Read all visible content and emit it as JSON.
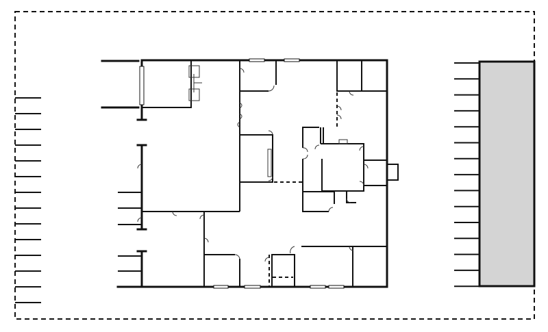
{
  "diagram": {
    "type": "floor-plan",
    "colors": {
      "walls": "#111111",
      "adjacent_building_fill": "#d4d4d4",
      "site_boundary": "#111111",
      "background": "#ffffff"
    },
    "site_boundary_style": "dashed",
    "parking_left_count": 14,
    "parking_right_count": 15
  }
}
